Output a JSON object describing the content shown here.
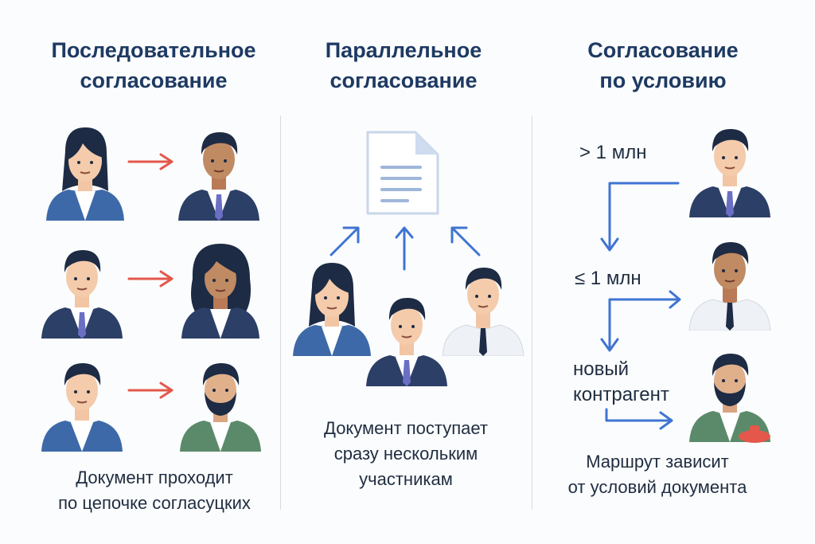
{
  "columns": [
    {
      "title_line1": "Последовательное",
      "title_line2": "согласование",
      "caption_line1": "Документ проходит",
      "caption_line2": "по цепочке согласуцких"
    },
    {
      "title_line1": "Параллельное",
      "title_line2": "согласование",
      "caption_line1": "Документ поступает",
      "caption_line2": "сразу нескольким",
      "caption_line3": "участникам"
    },
    {
      "title_line1": "Согласование",
      "title_line2": "по условию",
      "caption_line1": "Маршрут зависит",
      "caption_line2": "от условий документа",
      "conditions": [
        "> 1 млн",
        "≤ 1 млн",
        "новый",
        "контрагент"
      ]
    }
  ],
  "colors": {
    "title": "#1e3a63",
    "sequence_arrow": "#e4574b",
    "flow_arrow": "#3f74d3",
    "suit_navy": "#2c3f66",
    "suit_blue": "#3d69a8",
    "suit_green": "#5b8a6a",
    "tie_purple": "#6b6fc4"
  }
}
